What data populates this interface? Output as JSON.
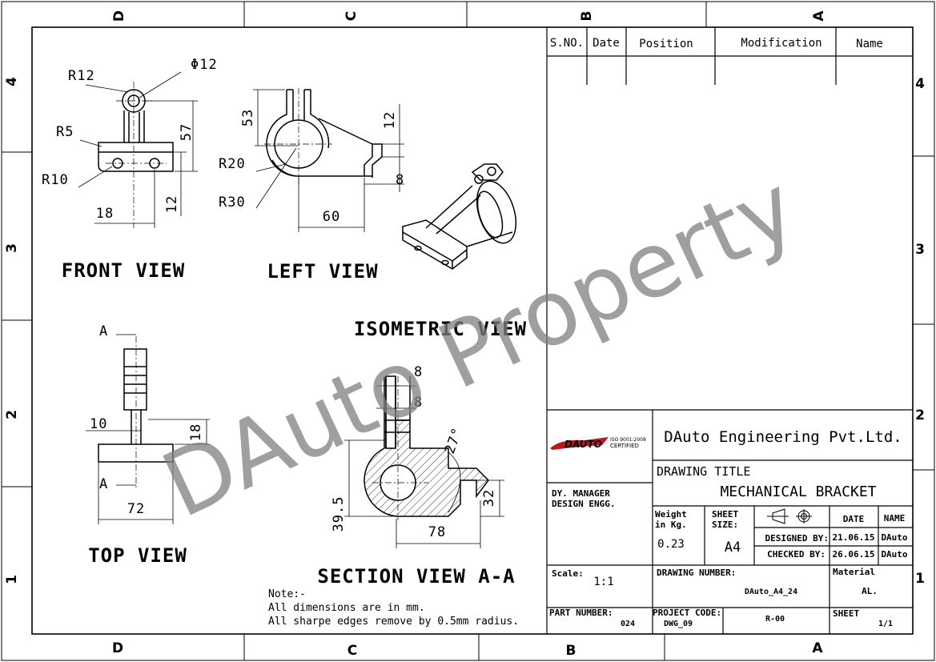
{
  "zones": {
    "top": [
      "D",
      "C",
      "B",
      "A"
    ],
    "bottom": [
      "D",
      "C",
      "B",
      "A"
    ],
    "left": [
      "4",
      "3",
      "2",
      "1"
    ],
    "right": [
      "4",
      "3",
      "2",
      "1"
    ]
  },
  "revision_table": {
    "headers": [
      "S.NO.",
      "Date",
      "Position",
      "Modification",
      "Name"
    ]
  },
  "views": {
    "front": "FRONT VIEW",
    "left": "LEFT VIEW",
    "isometric": "ISOMETRIC VIEW",
    "top": "TOP VIEW",
    "section": "SECTION VIEW A-A"
  },
  "dimensions": {
    "front": {
      "r12": "R12",
      "dia12": "Φ12",
      "r5": "R5",
      "r10": "R10",
      "d57": "57",
      "d18": "18",
      "d12": "12"
    },
    "left": {
      "d53": "53",
      "d12": "12",
      "r20": "R20",
      "r30": "R30",
      "d8": "8",
      "d60": "60"
    },
    "top": {
      "a_top": "A",
      "a_bot": "A",
      "d10": "10",
      "d18": "18",
      "d72": "72"
    },
    "section": {
      "d8a": "8",
      "d8b": "8",
      "ang": "27°",
      "d395": "39.5",
      "d32": "32",
      "d78": "78"
    }
  },
  "notes": {
    "title": "Note:-",
    "line1": "All dimensions are in mm.",
    "line2": "All sharpe edges remove by 0.5mm radius."
  },
  "watermark": "DAuto Property",
  "title_block": {
    "logo_text": "DAUTO",
    "iso_line1": "ISO 9001:2008",
    "iso_line2": "CERTIFIED",
    "company": "DAuto Engineering Pvt.Ltd.",
    "drawing_title_label": "DRAWING TITLE",
    "drawing_title": "MECHANICAL BRACKET",
    "dy_manager": "DY. MANAGER",
    "design_engg": "DESIGN ENGG.",
    "weight_label1": "Weight",
    "weight_label2": "in Kg.",
    "weight_value": "0.23",
    "sheet_size_label1": "SHEET",
    "sheet_size_label2": "SIZE:",
    "sheet_size_value": "A4",
    "date_label": "DATE",
    "name_label": "NAME",
    "designed_by_label": "DESIGNED BY:",
    "designed_date": "21.06.15",
    "designed_name": "DAuto",
    "checked_by_label": "CHECKED BY:",
    "checked_date": "26.06.15",
    "checked_name": "DAuto",
    "scale_label": "Scale:",
    "scale_value": "1:1",
    "drawing_number_label": "DRAWING NUMBER:",
    "drawing_number": "DAuto_A4_24",
    "material_label": "Material",
    "material_value": "AL.",
    "part_number_label": "PART NUMBER:",
    "part_number": "024",
    "project_code_label": "PROJECT CODE:",
    "project_code": "DWG_09",
    "revision": "R-00",
    "sheet_label": "SHEET",
    "sheet_value": "1/1"
  }
}
